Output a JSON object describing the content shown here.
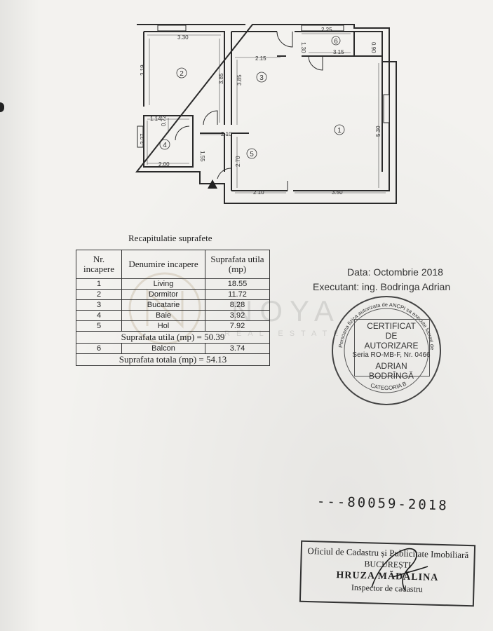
{
  "floor_plan": {
    "room_numbers": [
      "1",
      "2",
      "3",
      "4",
      "5",
      "6"
    ],
    "dimensions": [
      "3.30",
      "2.25",
      "1.30",
      "0.90",
      "3.15",
      "2.15",
      "3.19",
      "3.85",
      "3.85",
      "1.14",
      "0.72",
      "2.27",
      "2.10",
      "1.55",
      "2.00",
      "2.70",
      "5.30",
      "2.10",
      "3.50"
    ]
  },
  "recap": {
    "title": "Recapitulatie suprafete",
    "headers": [
      "Nr. incapere",
      "Denumire incapere",
      "Suprafata utila (mp)"
    ],
    "rows": [
      {
        "nr": "1",
        "name": "Living",
        "area": "18.55"
      },
      {
        "nr": "2",
        "name": "Dormitor",
        "area": "11.72"
      },
      {
        "nr": "3",
        "name": "Bucatarie",
        "area": "8.28"
      },
      {
        "nr": "4",
        "name": "Baie",
        "area": "3.92"
      },
      {
        "nr": "5",
        "name": "Hol",
        "area": "7.92"
      }
    ],
    "useful_total": "Suprafata utila (mp) = 50.39",
    "balcony": {
      "nr": "6",
      "name": "Balcon",
      "area": "3.74"
    },
    "grand_total": "Suprafata totala (mp) = 54.13"
  },
  "watermark": {
    "brand": "NOYA",
    "sub": "REAL ESTATE"
  },
  "meta": {
    "date": "Data: Octombrie 2018",
    "executant": "Executant: ing. Bodringa  Adrian"
  },
  "stamp": {
    "line1": "CERTIFICAT",
    "line2": "DE",
    "line3": "AUTORIZARE",
    "line4": "Seria RO-MB-F, Nr. 0466",
    "line5": "ADRIAN",
    "line6": "BODRÎNGĂ",
    "ring_top": "Persoana fizica autorizata de ANCPI sa execute lucrari de cadastru, geodezie, cartografie",
    "ring_bottom": "CATEGORIA B"
  },
  "document_number": "---80059-2018",
  "ocpi": {
    "office": "Oficiul de Cadastru și Publicitate Imobiliară",
    "city": "BUCUREȘTI",
    "inspector_name": "HRUZA MĂDĂLINA",
    "inspector_title": "Inspector de cadastru"
  },
  "colors": {
    "paper": "#f3f2ef",
    "ink": "#222222"
  }
}
